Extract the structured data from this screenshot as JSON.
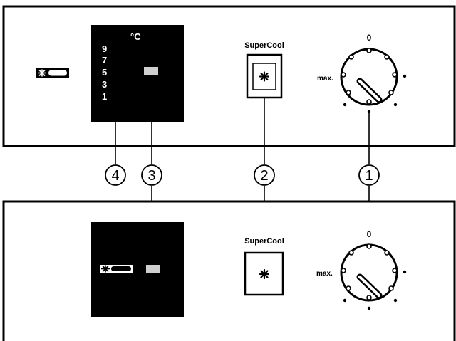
{
  "upper_panel": {
    "unit_label": "°C",
    "scale_values": [
      "9",
      "7",
      "5",
      "3",
      "1"
    ],
    "supercool_label": "SuperCool",
    "dial_zero_label": "0",
    "dial_max_label": "max."
  },
  "lower_panel": {
    "supercool_label": "SuperCool",
    "dial_zero_label": "0",
    "dial_max_label": "max."
  },
  "callouts": [
    "4",
    "3",
    "2",
    "1"
  ],
  "icons": {
    "supercool_button": "snowflake-icon",
    "indicator": "supercool-indicator-icon"
  }
}
